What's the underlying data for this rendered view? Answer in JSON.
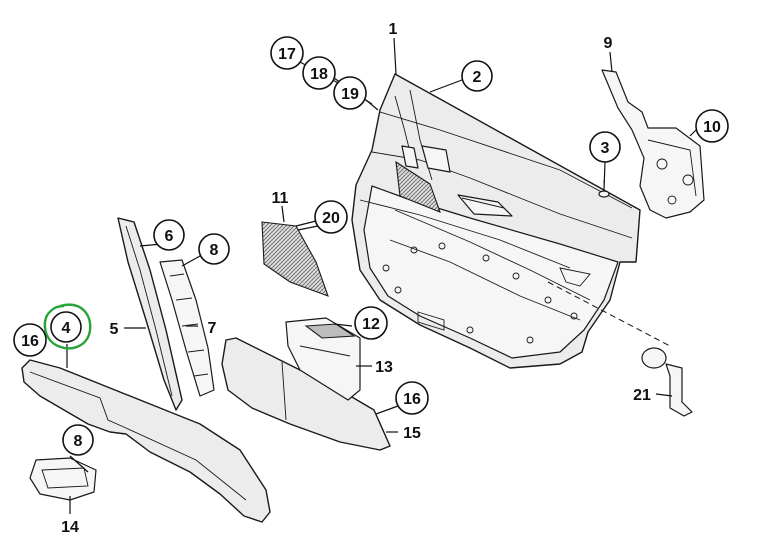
{
  "callouts": [
    {
      "id": "c1",
      "label": "1"
    },
    {
      "id": "c2",
      "label": "2"
    },
    {
      "id": "c3",
      "label": "3"
    },
    {
      "id": "c4",
      "label": "4"
    },
    {
      "id": "c5",
      "label": "5"
    },
    {
      "id": "c6",
      "label": "6"
    },
    {
      "id": "c7",
      "label": "7"
    },
    {
      "id": "c8a",
      "label": "8"
    },
    {
      "id": "c8b",
      "label": "8"
    },
    {
      "id": "c9",
      "label": "9"
    },
    {
      "id": "c10",
      "label": "10"
    },
    {
      "id": "c11",
      "label": "11"
    },
    {
      "id": "c12",
      "label": "12"
    },
    {
      "id": "c13",
      "label": "13"
    },
    {
      "id": "c14",
      "label": "14"
    },
    {
      "id": "c15",
      "label": "15"
    },
    {
      "id": "c16a",
      "label": "16"
    },
    {
      "id": "c16b",
      "label": "16"
    },
    {
      "id": "c17",
      "label": "17"
    },
    {
      "id": "c18",
      "label": "18"
    },
    {
      "id": "c19",
      "label": "19"
    },
    {
      "id": "c20",
      "label": "20"
    },
    {
      "id": "c21",
      "label": "21"
    }
  ],
  "highlight": {
    "label": "4",
    "color": "#2aa33a"
  },
  "colors": {
    "line": "#1a1a1a",
    "part_fill": "#ececec",
    "highlight": "#2aa33a"
  }
}
